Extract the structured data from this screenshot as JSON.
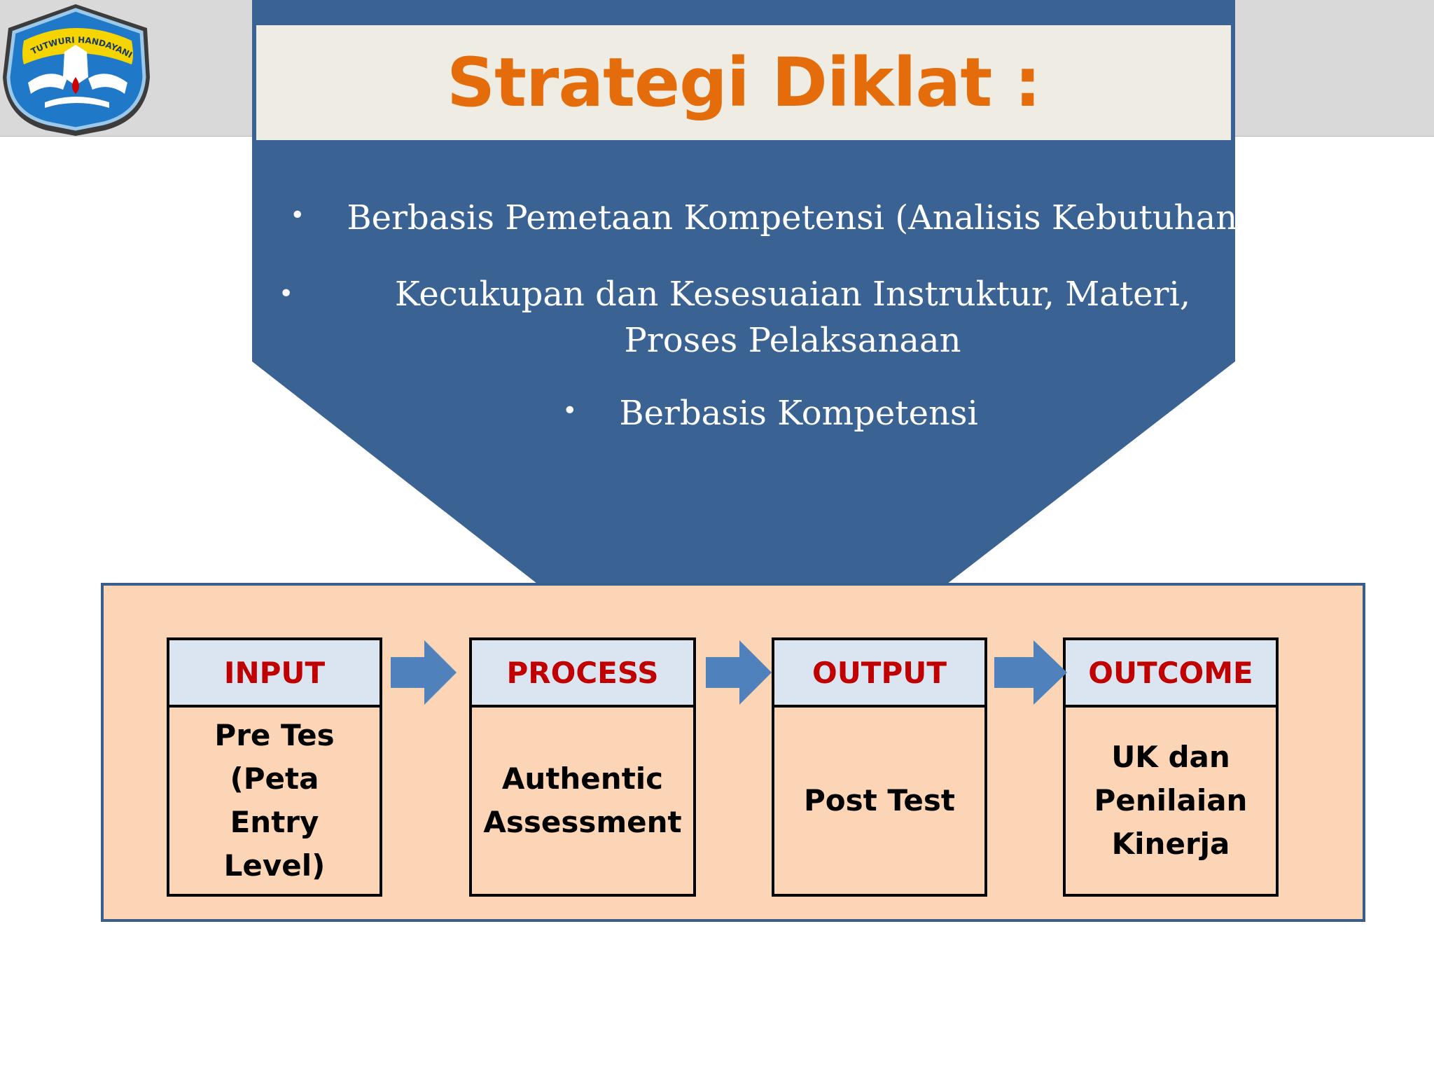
{
  "slide": {
    "title": "Strategi Diklat :",
    "bullets": [
      "Berbasis Pemetaan Kompetensi (Analisis Kebutuhan)",
      "Kecukupan dan Kesesuaian Instruktur, Materi, Proses Pelaksanaan",
      "Berbasis Kompetensi"
    ],
    "bullet_glyph": "•"
  },
  "flow": {
    "stages": [
      {
        "header": "INPUT",
        "body": "Pre Tes (Peta Entry Level)"
      },
      {
        "header": "PROCESS",
        "body": "Authentic Assessment"
      },
      {
        "header": "OUTPUT",
        "body": "Post Test"
      },
      {
        "header": "OUTCOME",
        "body": "UK dan Penilaian Kinerja"
      }
    ]
  },
  "logo": {
    "text": "TUTWURI HANDAYANI"
  },
  "colors": {
    "pentagon": "#3a6293",
    "title": "#e46c0a",
    "header_text": "#c00000",
    "arrow": "#4f81bd",
    "flow_bg": "#fbd5b5",
    "header_bg": "#dbe5f1"
  }
}
